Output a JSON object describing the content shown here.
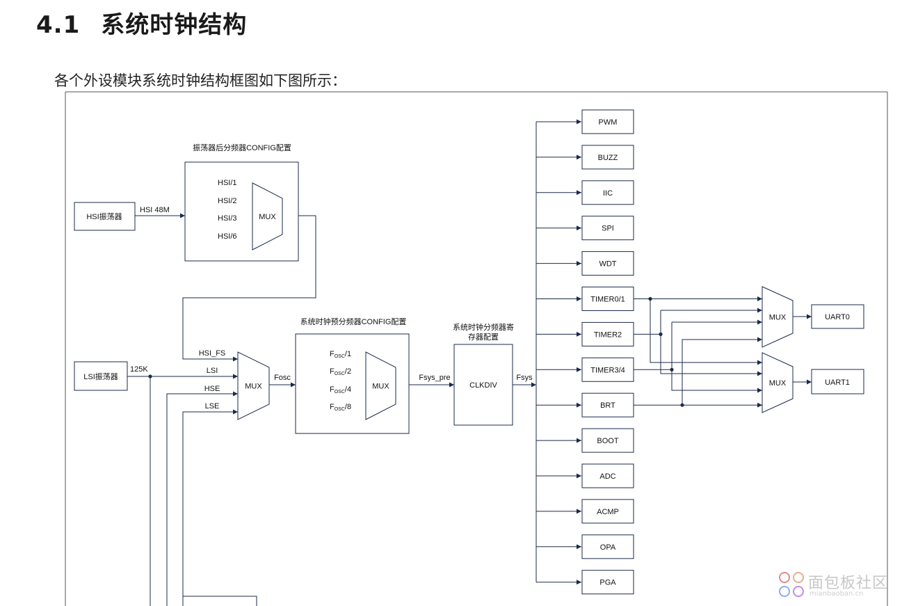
{
  "section": {
    "number": "4.1",
    "title": "系统时钟结构"
  },
  "intro": "各个外设模块系统时钟结构框图如下图所示：",
  "diagram": {
    "osc_div_group": {
      "caption": "振荡器后分频器CONFIG配置",
      "inputs": [
        "HSI/1",
        "HSI/2",
        "HSI/3",
        "HSI/6"
      ],
      "mux": "MUX"
    },
    "hsi": {
      "label": "HSI振荡器",
      "signal": "HSI 48M"
    },
    "lsi": {
      "label": "LSI振荡器",
      "signal": "125K"
    },
    "main_mux": {
      "label": "MUX",
      "inputs": [
        "HSI_FS",
        "LSI",
        "HSE",
        "LSE"
      ],
      "output": "Fosc"
    },
    "prediv_group": {
      "caption": "系统时钟预分频器CONFIG配置",
      "mux": "MUX",
      "output": "Fsys_pre",
      "inputs": [
        {
          "base": "F",
          "sub": "OSC",
          "suffix": "/1"
        },
        {
          "base": "F",
          "sub": "OSC",
          "suffix": "/2"
        },
        {
          "base": "F",
          "sub": "OSC",
          "suffix": "/4"
        },
        {
          "base": "F",
          "sub": "OSC",
          "suffix": "/8"
        }
      ]
    },
    "clkdiv": {
      "caption_line1": "系统时钟分频器寄",
      "caption_line2": "存器配置",
      "label": "CLKDIV",
      "output": "Fsys"
    },
    "peripherals": [
      "PWM",
      "BUZZ",
      "IIC",
      "SPI",
      "WDT",
      "TIMER0/1",
      "TIMER2",
      "TIMER3/4",
      "BRT",
      "BOOT",
      "ADC",
      "ACMP",
      "OPA",
      "PGA"
    ],
    "uart_mux_top": {
      "mux": "MUX",
      "output": "UART0"
    },
    "uart_mux_bottom": {
      "mux": "MUX",
      "output": "UART1"
    }
  },
  "watermark": {
    "text": "面包板社区",
    "sub": "mianbaoban.cn"
  }
}
